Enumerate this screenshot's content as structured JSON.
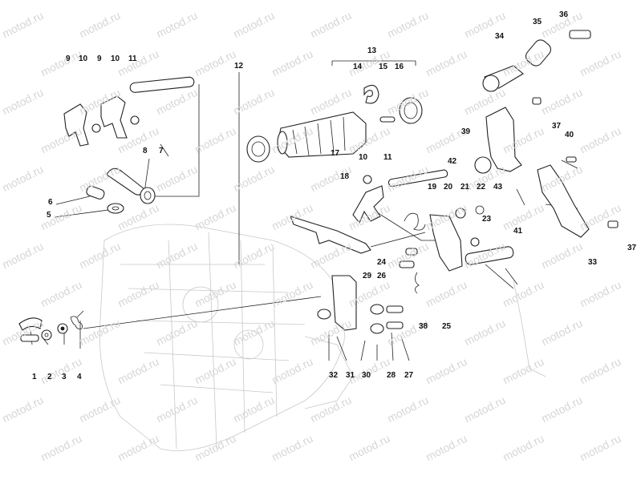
{
  "watermark_text": "motod.ru",
  "callouts": [
    "1",
    "2",
    "3",
    "4",
    "5",
    "6",
    "7",
    "8",
    "9",
    "10",
    "11",
    "9",
    "10",
    "12",
    "13",
    "14",
    "15",
    "16",
    "17",
    "10",
    "11",
    "18",
    "19",
    "20",
    "21",
    "22",
    "23",
    "24",
    "25",
    "26",
    "27",
    "28",
    "29",
    "30",
    "31",
    "32",
    "33",
    "34",
    "35",
    "36",
    "37",
    "37",
    "38",
    "39",
    "40",
    "41",
    "42",
    "43"
  ],
  "colors": {
    "line": "#222222",
    "watermark": "#d6d6d6",
    "background": "#ffffff",
    "ghost_engine": "#c8c8c8"
  }
}
